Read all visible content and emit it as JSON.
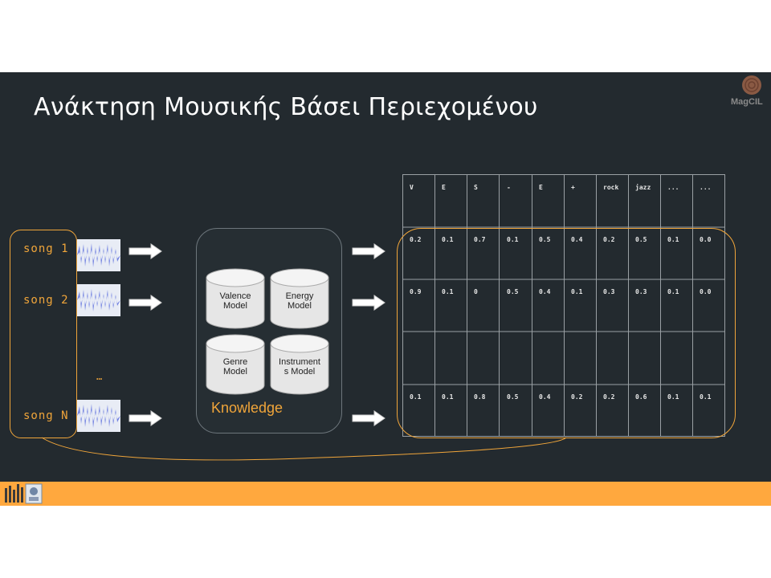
{
  "slide": {
    "title": "Ανάκτηση Μουσικής Βάσει Περιεχομένου",
    "logo_text": "MagCIL"
  },
  "songs": {
    "items": [
      {
        "label": "song 1"
      },
      {
        "label": "song 2"
      },
      {
        "label": "song N"
      }
    ],
    "ellipsis": "…"
  },
  "knowledge": {
    "title": "Knowledge",
    "models": [
      {
        "line1": "Valence",
        "line2": "Model"
      },
      {
        "line1": "Energy",
        "line2": "Model"
      },
      {
        "line1": "Genre",
        "line2": "Model"
      },
      {
        "line1": "Instrument",
        "line2": "s Model"
      }
    ]
  },
  "table": {
    "headers": [
      "V",
      "E",
      "S",
      "-",
      "E",
      "+",
      "rock",
      "jazz",
      "...",
      "..."
    ],
    "rows": [
      [
        "0.2",
        "0.1",
        "0.7",
        "0.1",
        "0.5",
        "0.4",
        "0.2",
        "0.5",
        "0.1",
        "0.0"
      ],
      [
        "0.9",
        "0.1",
        "0",
        "0.5",
        "0.4",
        "0.1",
        "0.3",
        "0.3",
        "0.1",
        "0.0"
      ],
      [
        "",
        "",
        "",
        "",
        "",
        "",
        "",
        "",
        "",
        ""
      ],
      [
        "0.1",
        "0.1",
        "0.8",
        "0.5",
        "0.4",
        "0.2",
        "0.2",
        "0.6",
        "0.1",
        "0.1"
      ]
    ]
  },
  "colors": {
    "background": "#232a2f",
    "accent": "#f0a53a",
    "footer": "#ffa83e",
    "waveform": "#6f7fe0"
  }
}
